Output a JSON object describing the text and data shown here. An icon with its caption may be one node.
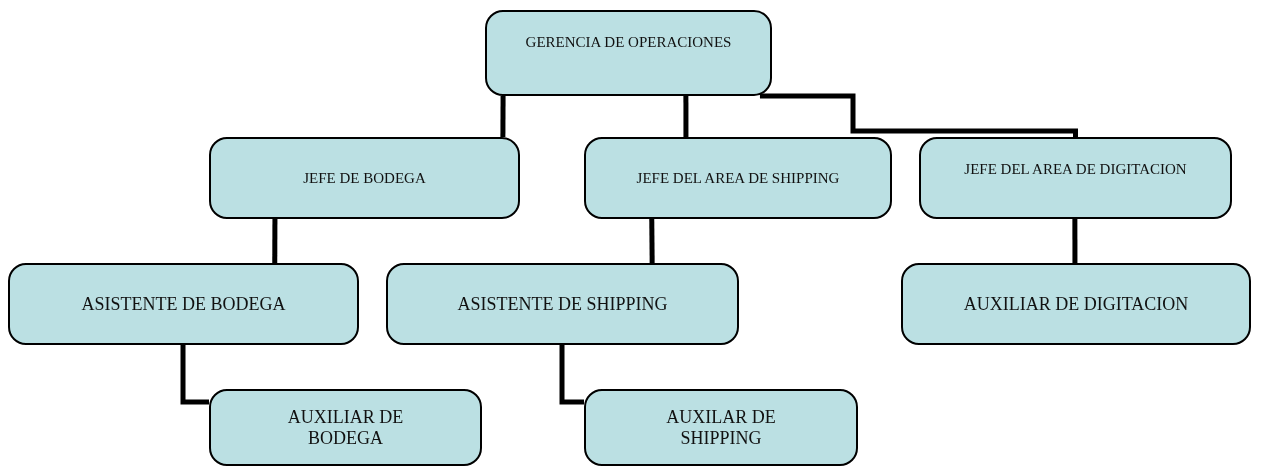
{
  "diagram": {
    "nodes": [
      {
        "text": [
          "GERENCIA DE OPERACIONES"
        ]
      },
      {
        "text": [
          "JEFE DE BODEGA"
        ]
      },
      {
        "text": [
          "JEFE DEL AREA DE SHIPPING"
        ]
      },
      {
        "text": [
          "JEFE DEL AREA DE DIGITACION"
        ]
      },
      {
        "text": [
          "ASISTENTE DE BODEGA"
        ]
      },
      {
        "text": [
          "ASISTENTE DE SHIPPING"
        ]
      },
      {
        "text": [
          "AUXILIAR DE DIGITACION"
        ]
      },
      {
        "text": [
          "AUXILIAR DE BODEGA"
        ]
      },
      {
        "text": [
          "AUXILAR DE SHIPPING"
        ]
      }
    ],
    "edges": [
      {
        "from": 0,
        "to": 1,
        "arrow": "none"
      },
      {
        "from": 0,
        "to": 2,
        "arrow": "none"
      },
      {
        "from": 0,
        "to": 3,
        "arrow": "none"
      },
      {
        "from": 1,
        "to": 4,
        "arrow": "none"
      },
      {
        "from": 2,
        "to": 5,
        "arrow": "none"
      },
      {
        "from": 3,
        "to": 6,
        "arrow": "none"
      },
      {
        "from": 4,
        "to": 7,
        "arrow": "none"
      },
      {
        "from": 5,
        "to": 8,
        "arrow": "none"
      }
    ]
  }
}
